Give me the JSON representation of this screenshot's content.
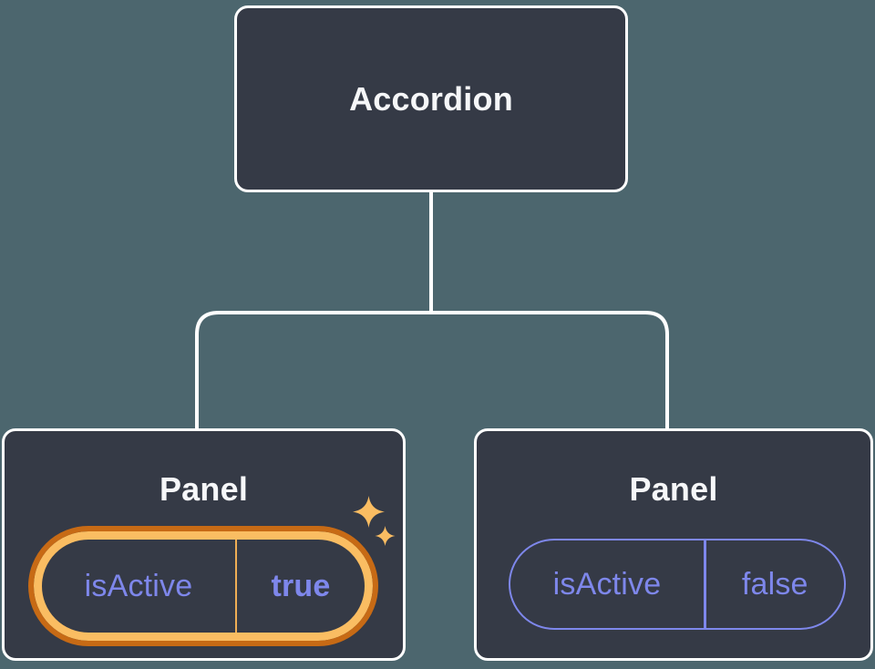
{
  "theme": {
    "background": "#4C666E",
    "node_fill": "#353A46",
    "node_border": "#FFFFFF",
    "connector": "#FFFFFF",
    "text_primary": "#F6F7F9",
    "purple": "#7E87EB",
    "orange_dark": "#C76A15",
    "orange_light": "#FABD62",
    "divider_gold": "#EFAE55"
  },
  "tree": {
    "root": {
      "label": "Accordion"
    },
    "children": [
      {
        "label": "Panel",
        "state": {
          "key": "isActive",
          "value": "true"
        },
        "highlighted": true,
        "highlight_icon": "sparkles-icon"
      },
      {
        "label": "Panel",
        "state": {
          "key": "isActive",
          "value": "false"
        },
        "highlighted": false
      }
    ]
  }
}
